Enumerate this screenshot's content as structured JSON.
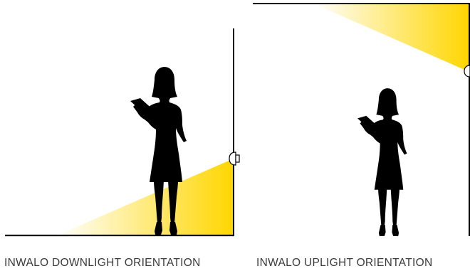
{
  "colors": {
    "light_beam": "#ffd600",
    "light_fade": "#ffffff",
    "silhouette": "#000000",
    "wall_line": "#000000",
    "caption_text": "#3a3a3a"
  },
  "panels": [
    {
      "orientation": "downlight",
      "caption": "INWALO DOWNLIGHT ORIENTATION",
      "fixture_icon": "wall-light-fixture-icon",
      "figure_icon": "person-with-tablet-silhouette-icon"
    },
    {
      "orientation": "uplight",
      "caption": "INWALO UPLIGHT ORIENTATION",
      "fixture_icon": "wall-light-fixture-icon",
      "figure_icon": "person-with-tablet-silhouette-icon"
    }
  ]
}
